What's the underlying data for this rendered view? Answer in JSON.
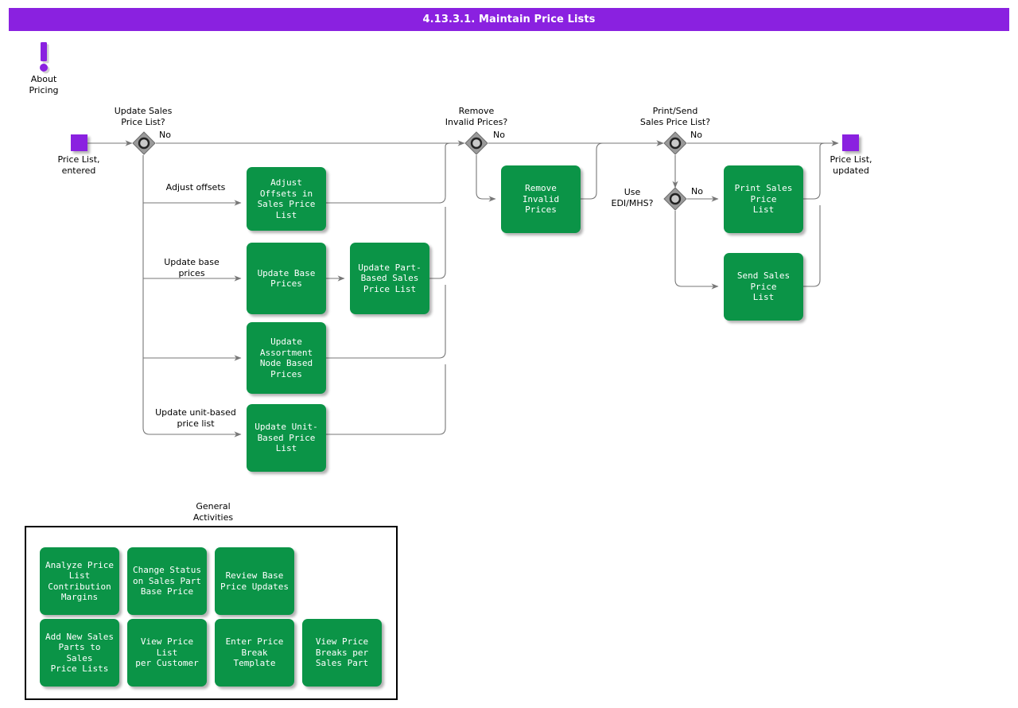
{
  "titlebar": {
    "title": "4.13.3.1. Maintain Price Lists"
  },
  "info_marker": {
    "label": "About\nPricing",
    "icon": "exclamation-icon",
    "color": "#8A21E0"
  },
  "colors": {
    "accent_purple": "#8A21E0",
    "activity_green": "#0B9447",
    "decision_gray": "#9A9A9A",
    "line_gray": "#777777"
  },
  "start_node": {
    "label": "Price List,\nentered"
  },
  "end_node": {
    "label": "Price List,\nupdated"
  },
  "decisions": [
    {
      "id": "update-sales-price-list",
      "label": "Update Sales\nPrice List?",
      "branch_no": "No"
    },
    {
      "id": "remove-invalid-prices",
      "label": "Remove\nInvalid Prices?",
      "branch_no": "No"
    },
    {
      "id": "print-send-sales-price-list",
      "label": "Print/Send\nSales Price List?",
      "branch_no": "No"
    },
    {
      "id": "use-edi-mhs",
      "label": "Use\nEDI/MHS?",
      "branch_no": "No"
    }
  ],
  "branch_labels": [
    {
      "id": "adjust-offsets",
      "label": "Adjust offsets"
    },
    {
      "id": "update-base-prices",
      "label": "Update base\nprices"
    },
    {
      "id": "update-unit-based",
      "label": "Update unit-based\nprice list"
    }
  ],
  "activities": [
    {
      "id": "adjust-offsets-in-sales-price-list",
      "label": "Adjust Offsets in\nSales Price List"
    },
    {
      "id": "update-base-prices",
      "label": "Update Base\nPrices"
    },
    {
      "id": "update-part-based-sales-price-list",
      "label": "Update Part-\nBased Sales\nPrice List"
    },
    {
      "id": "update-assortment-node-based-prices",
      "label": "Update\nAssortment\nNode Based\nPrices"
    },
    {
      "id": "update-unit-based-price-list",
      "label": "Update Unit-\nBased Price List"
    },
    {
      "id": "remove-invalid-prices",
      "label": "Remove Invalid\nPrices"
    },
    {
      "id": "print-sales-price-list",
      "label": "Print Sales Price\nList"
    },
    {
      "id": "send-sales-price-list",
      "label": "Send Sales Price\nList"
    }
  ],
  "general_activities": {
    "title": "General\nActivities",
    "items": [
      {
        "id": "analyze-price-list-contribution-margins",
        "label": "Analyze Price\nList Contribution\nMargins"
      },
      {
        "id": "change-status-on-sales-part-base-price",
        "label": "Change Status\non Sales Part\nBase Price"
      },
      {
        "id": "review-base-price-updates",
        "label": "Review Base\nPrice Updates"
      },
      {
        "id": "add-new-sales-parts-to-sales-price-lists",
        "label": "Add New Sales\nParts to Sales\nPrice Lists"
      },
      {
        "id": "view-price-list-per-customer",
        "label": "View Price List\nper Customer"
      },
      {
        "id": "enter-price-break-template",
        "label": "Enter Price\nBreak Template"
      },
      {
        "id": "view-price-breaks-per-sales-part",
        "label": "View Price\nBreaks per\nSales Part"
      }
    ]
  }
}
